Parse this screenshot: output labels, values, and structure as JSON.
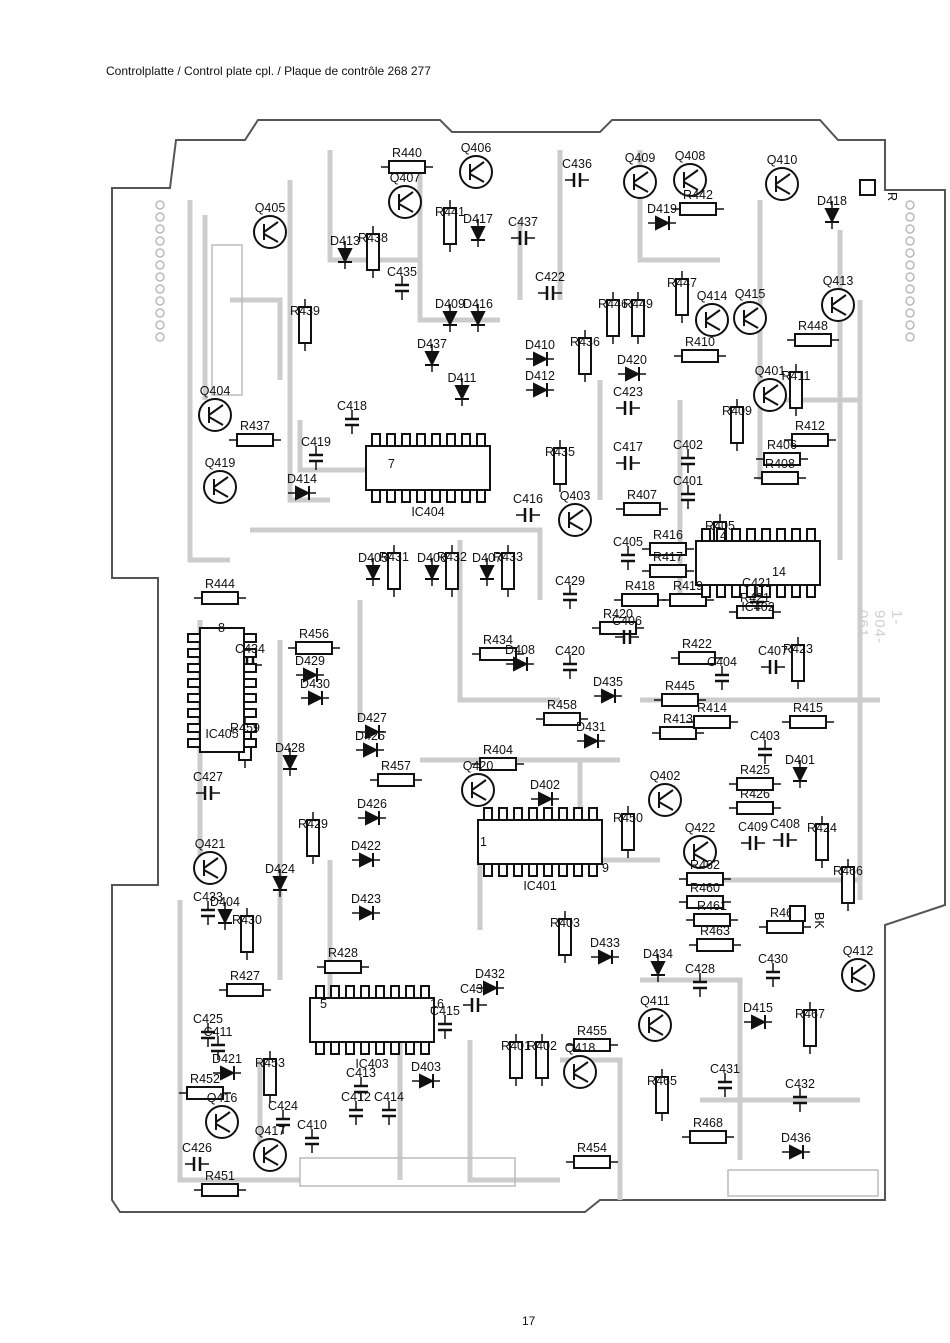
{
  "header": {
    "title": "Controlplatte / Control plate cpl. / Plaque de contrôle  268 277"
  },
  "footer": {
    "page_number": "17"
  },
  "side_code": "1-904-061",
  "colors": {
    "trace": "#cccccc",
    "ink": "#111111",
    "paper": "#ffffff"
  },
  "connector_labels": {
    "r": "R",
    "bk": "BK"
  },
  "components": {
    "transistors": [
      "Q401",
      "Q402",
      "Q403",
      "Q404",
      "Q405",
      "Q406",
      "Q407",
      "Q408",
      "Q409",
      "Q410",
      "Q411",
      "Q412",
      "Q413",
      "Q414",
      "Q415",
      "Q416",
      "Q417",
      "Q418",
      "Q419",
      "Q420",
      "Q421",
      "Q422"
    ],
    "resistors": [
      "R401",
      "R402",
      "R403",
      "R404",
      "R405",
      "R406",
      "R407",
      "R408",
      "R409",
      "R410",
      "R411",
      "R412",
      "R413",
      "R414",
      "R415",
      "R416",
      "R417",
      "R418",
      "R419",
      "R420",
      "R421",
      "R422",
      "R423",
      "R424",
      "R425",
      "R426",
      "R427",
      "R428",
      "R429",
      "R430",
      "R431",
      "R432",
      "R433",
      "R434",
      "R435",
      "R436",
      "R437",
      "R438",
      "R439",
      "R440",
      "R441",
      "R442",
      "R444",
      "R445",
      "R446",
      "R447",
      "R448",
      "R449",
      "R450",
      "R451",
      "R452",
      "R453",
      "R454",
      "R455",
      "R456",
      "R457",
      "R458",
      "R459",
      "R460",
      "R461",
      "R462",
      "R463",
      "R464",
      "R465",
      "R466",
      "R467",
      "R468"
    ],
    "capacitors": [
      "C401",
      "C402",
      "C403",
      "C404",
      "C405",
      "C406",
      "C407",
      "C408",
      "C409",
      "C410",
      "C411",
      "C412",
      "C413",
      "C414",
      "C415",
      "C416",
      "C417",
      "C418",
      "C419",
      "C420",
      "C421",
      "C422",
      "C423",
      "C424",
      "C425",
      "C426",
      "C427",
      "C428",
      "C429",
      "C430",
      "C431",
      "C432",
      "C433",
      "C434",
      "C435",
      "C436",
      "C437",
      "C438"
    ],
    "diodes": [
      "D401",
      "D402",
      "D403",
      "D404",
      "D405",
      "D406",
      "D407",
      "D408",
      "D409",
      "D410",
      "D411",
      "D412",
      "D413",
      "D414",
      "D415",
      "D416",
      "D417",
      "D418",
      "D419",
      "D420",
      "D421",
      "D422",
      "D423",
      "D424",
      "D425",
      "D426",
      "D427",
      "D428",
      "D429",
      "D430",
      "D431",
      "D432",
      "D433",
      "D434",
      "D435",
      "D436",
      "D437"
    ],
    "ics": [
      "IC401",
      "IC402",
      "IC403",
      "IC404",
      "IC405"
    ],
    "pin_numbers": [
      "1",
      "4",
      "5",
      "7",
      "8",
      "9",
      "14",
      "16"
    ]
  }
}
